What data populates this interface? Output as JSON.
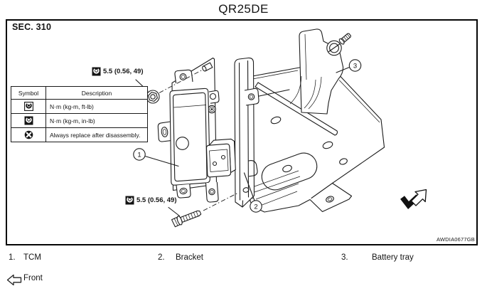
{
  "header": {
    "title": "QR25DE"
  },
  "figure": {
    "section_label": "SEC. 310",
    "figure_code": "AWDIA0677GB"
  },
  "legend_table": {
    "col_symbol": "Symbol",
    "col_description": "Description",
    "rows": [
      {
        "icon": "torque-wrench-outline-icon",
        "description": "N·m (kg-m, ft-lb)"
      },
      {
        "icon": "torque-wrench-filled-icon",
        "description": "N·m (kg-m, in-lb)"
      },
      {
        "icon": "replace-after-disassembly-icon",
        "description": "Always replace after disassembly."
      }
    ]
  },
  "torque_callouts": {
    "upper": {
      "icon": "torque-wrench-filled-icon",
      "value": "5.5 (0.56, 49)"
    },
    "lower": {
      "icon": "torque-wrench-filled-icon",
      "value": "5.5 (0.56, 49)"
    }
  },
  "callouts": {
    "c1": "1",
    "c2": "2",
    "c3": "3"
  },
  "parts_list": [
    {
      "number": "1.",
      "label": "TCM"
    },
    {
      "number": "2.",
      "label": "Bracket"
    },
    {
      "number": "3.",
      "label": "Battery tray"
    }
  ],
  "orientation": {
    "front_label": "Front"
  },
  "colors": {
    "line_color": "#1c1c1c",
    "background": "#ffffff"
  }
}
